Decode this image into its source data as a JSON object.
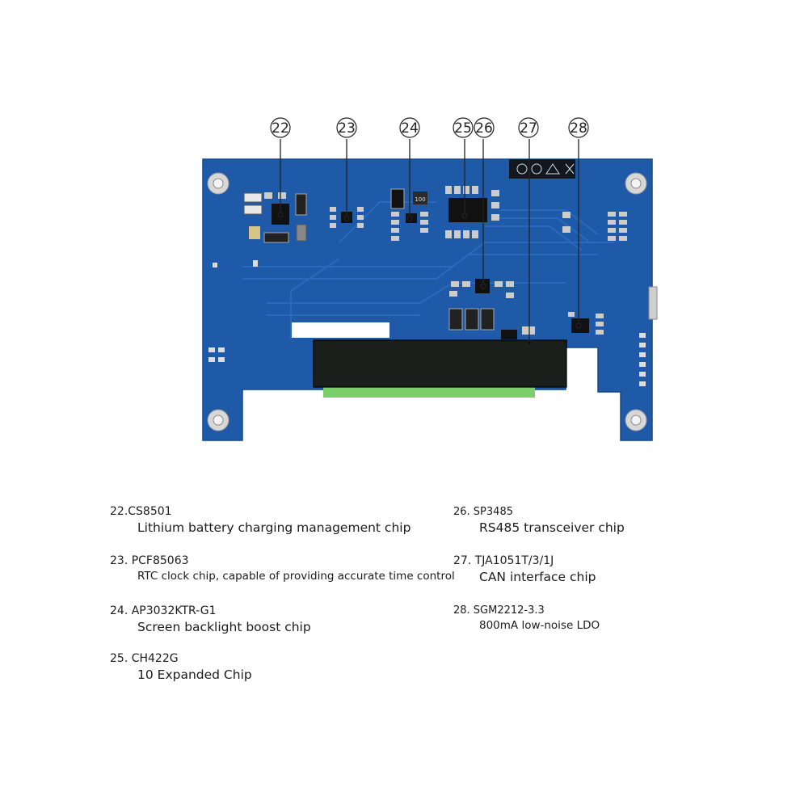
{
  "callouts": [
    {
      "num": "22"
    },
    {
      "num": "23"
    },
    {
      "num": "24"
    },
    {
      "num": "25"
    },
    {
      "num": "26"
    },
    {
      "num": "27"
    },
    {
      "num": "28"
    }
  ],
  "legend": [
    {
      "title": "22.CS8501",
      "desc": "Lithium battery charging management chip"
    },
    {
      "title": "23. PCF85063",
      "desc": "RTC clock chip, capable of providing accurate time control"
    },
    {
      "title": "24. AP3032KTR-G1",
      "desc": "Screen backlight boost chip"
    },
    {
      "title": "25. CH422G",
      "desc": "10 Expanded Chip"
    },
    {
      "title": "26. SP3485",
      "desc": "RS485 transceiver chip"
    },
    {
      "title": "27. TJA1051T/3/1J",
      "desc": "CAN interface chip"
    },
    {
      "title": "28. SGM2212-3.3",
      "desc": "800mA low-noise LDO"
    }
  ],
  "board": {
    "silk_label": "100",
    "colors": {
      "pcb": "#1f5aa8",
      "trace": "#2d6bc0",
      "fpc": "#1a1f1c",
      "connector": "#7ccf6a"
    }
  }
}
